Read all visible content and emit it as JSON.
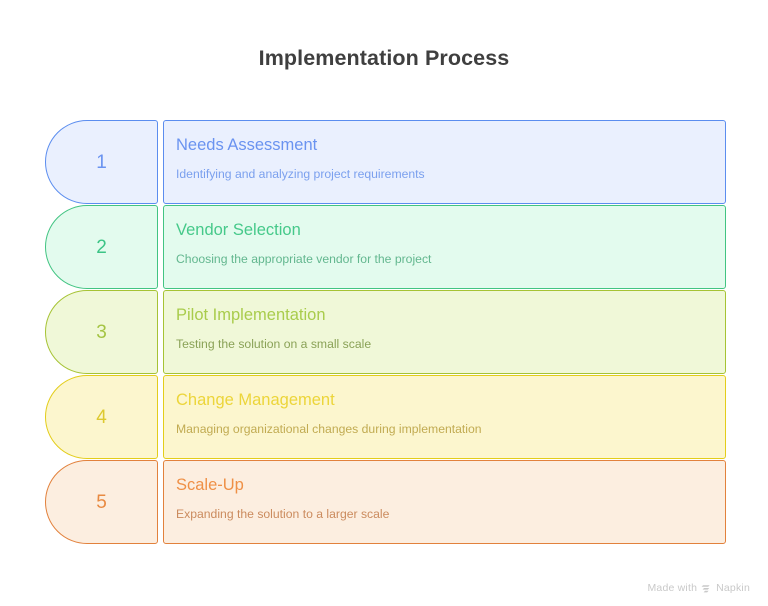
{
  "page": {
    "title": "Implementation Process",
    "background": "#ffffff",
    "title_color": "#3f3f3f"
  },
  "steps": [
    {
      "number": "1",
      "title": "Needs Assessment",
      "description": "Identifying and analyzing project requirements",
      "border_color": "#5b8def",
      "fill_color": "#eaf0fe",
      "title_color": "#6a93f0",
      "desc_color": "#7ba0ee",
      "number_color": "#6a93f0"
    },
    {
      "number": "2",
      "title": "Vendor Selection",
      "description": "Choosing the appropriate vendor for the project",
      "border_color": "#42c482",
      "fill_color": "#e3fbee",
      "title_color": "#46c98a",
      "desc_color": "#63b78f",
      "number_color": "#3cc486"
    },
    {
      "number": "3",
      "title": "Pilot Implementation",
      "description": "Testing the solution on a small scale",
      "border_color": "#a6c334",
      "fill_color": "#f0f8d8",
      "title_color": "#a9cc4c",
      "desc_color": "#8aa257",
      "number_color": "#a4c443"
    },
    {
      "number": "4",
      "title": "Change Management",
      "description": "Managing organizational changes during implementation",
      "border_color": "#e3cd1a",
      "fill_color": "#fcf6ce",
      "title_color": "#ecd53a",
      "desc_color": "#c1ab52",
      "number_color": "#ddc92f"
    },
    {
      "number": "5",
      "title": "Scale-Up",
      "description": "Expanding the solution to a larger scale",
      "border_color": "#e2813c",
      "fill_color": "#fceee0",
      "title_color": "#ef9046",
      "desc_color": "#cb8b5e",
      "number_color": "#e88a42"
    }
  ],
  "watermark": {
    "text": "Made with",
    "brand": "Napkin",
    "color": "#c9c9c9"
  }
}
